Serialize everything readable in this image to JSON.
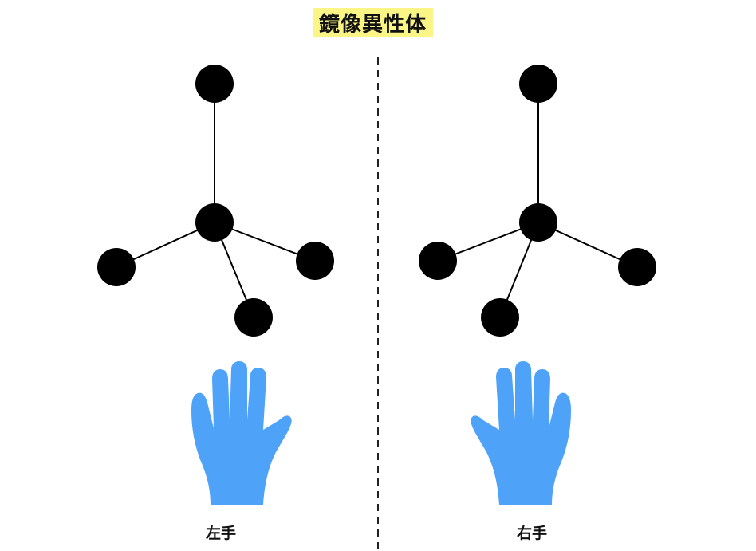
{
  "title": "鏡像異性体",
  "colors": {
    "title_highlight": "#fbf586",
    "atom": "#000000",
    "hand": "#4ea3f8",
    "divider": "#222222"
  },
  "left": {
    "caption": "左手",
    "icon": "left-hand-icon"
  },
  "right": {
    "caption": "右手",
    "icon": "right-hand-icon"
  }
}
